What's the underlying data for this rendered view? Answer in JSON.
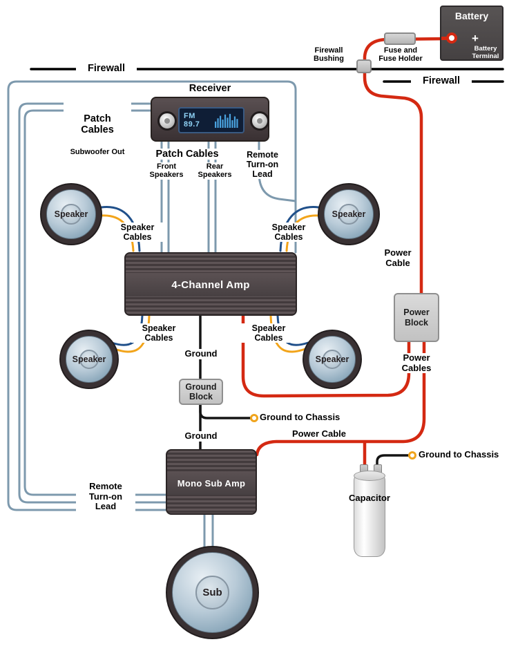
{
  "battery": {
    "title": "Battery",
    "plus": "+",
    "terminal": "Battery\nTerminal"
  },
  "fuse_label": "Fuse and\nFuse Holder",
  "bushing_label": "Firewall\nBushing",
  "firewall_left": "Firewall",
  "firewall_right": "Firewall",
  "receiver": {
    "title": "Receiver",
    "display": "FM 89.7"
  },
  "labels": {
    "patch_sub_main": "Patch\nCables",
    "patch_sub_sub": "Subwoofer Out",
    "patch_center": "Patch Cables",
    "front_speakers": "Front\nSpeakers",
    "rear_speakers": "Rear\nSpeakers",
    "remote_top": "Remote\nTurn-on\nLead",
    "remote_bottom": "Remote\nTurn-on\nLead",
    "speaker_cables_tl": "Speaker\nCables",
    "speaker_cables_tr": "Speaker\nCables",
    "speaker_cables_bl": "Speaker\nCables",
    "speaker_cables_br": "Speaker\nCables",
    "ground_top": "Ground",
    "ground_mid": "Ground",
    "ground_chassis_1": "Ground to Chassis",
    "ground_chassis_2": "Ground to Chassis",
    "power_cable_right": "Power\nCable",
    "power_cables": "Power\nCables",
    "power_cable_mid": "Power Cable",
    "capacitor": "Capacitor"
  },
  "components": {
    "amp_4ch": "4-Channel Amp",
    "mono_amp": "Mono Sub Amp",
    "power_block": "Power\nBlock",
    "ground_block": "Ground\nBlock",
    "speaker_tl": "Speaker",
    "speaker_tr": "Speaker",
    "speaker_bl": "Speaker",
    "speaker_br": "Speaker",
    "sub": "Sub"
  },
  "colors": {
    "power_wire": "#d42912",
    "ground_wire": "#141414",
    "remote_patch_wire": "#7d99ad",
    "speaker_wire_yellow": "#f2a41a",
    "speaker_wire_blue": "#20508a",
    "firewall_line": "#000000"
  },
  "icons": {
    "battery_terminal": "ring-terminal",
    "ground_terminal": "ring-terminal",
    "spectrum": "spectrum-bars",
    "knob": "volume-knob",
    "plus": "+"
  }
}
